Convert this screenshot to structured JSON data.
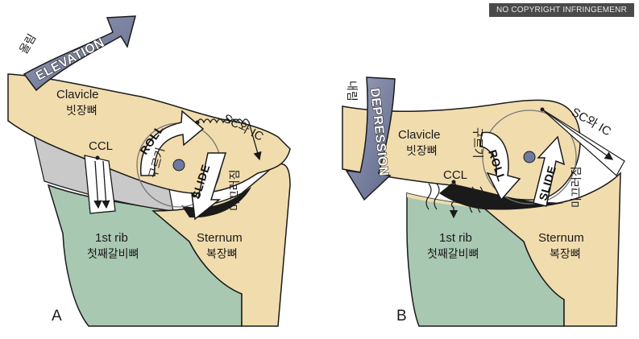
{
  "watermark": "NO COPYRIGHT INFRINGEMENR",
  "panel_a": {
    "letter": "A",
    "arrow_label": "ELEVATION",
    "arrow_korean": "올림",
    "clavicle": "Clavicle",
    "clavicle_korean": "빗장뼈",
    "ccl": "CCL",
    "rib": "1st rib",
    "rib_korean": "첫째갈비뼈",
    "sternum": "Sternum",
    "sternum_korean": "복장뼈",
    "roll": "ROLL",
    "roll_korean": "구르기",
    "slide": "SLIDE",
    "slide_korean": "미끄러짐",
    "sc_ic": "SC와 IC"
  },
  "panel_b": {
    "letter": "B",
    "arrow_label": "DEPRESSION",
    "arrow_korean": "내림",
    "clavicle": "Clavicle",
    "clavicle_korean": "빗장뼈",
    "ccl": "CCL",
    "rib": "1st rib",
    "rib_korean": "첫째갈비뼈",
    "sternum": "Sternum",
    "sternum_korean": "복장뼈",
    "roll": "ROLL",
    "roll_korean": "구르기",
    "slide": "SLIDE",
    "slide_korean": "미끄러짐",
    "sc_ic": "SC와 IC"
  },
  "colors": {
    "bone": "#f1dcae",
    "rib": "#a9c8b2",
    "dark": "#1a1a1a",
    "arrow_fill": "#7f86a6",
    "gray": "#bdbdbd"
  }
}
